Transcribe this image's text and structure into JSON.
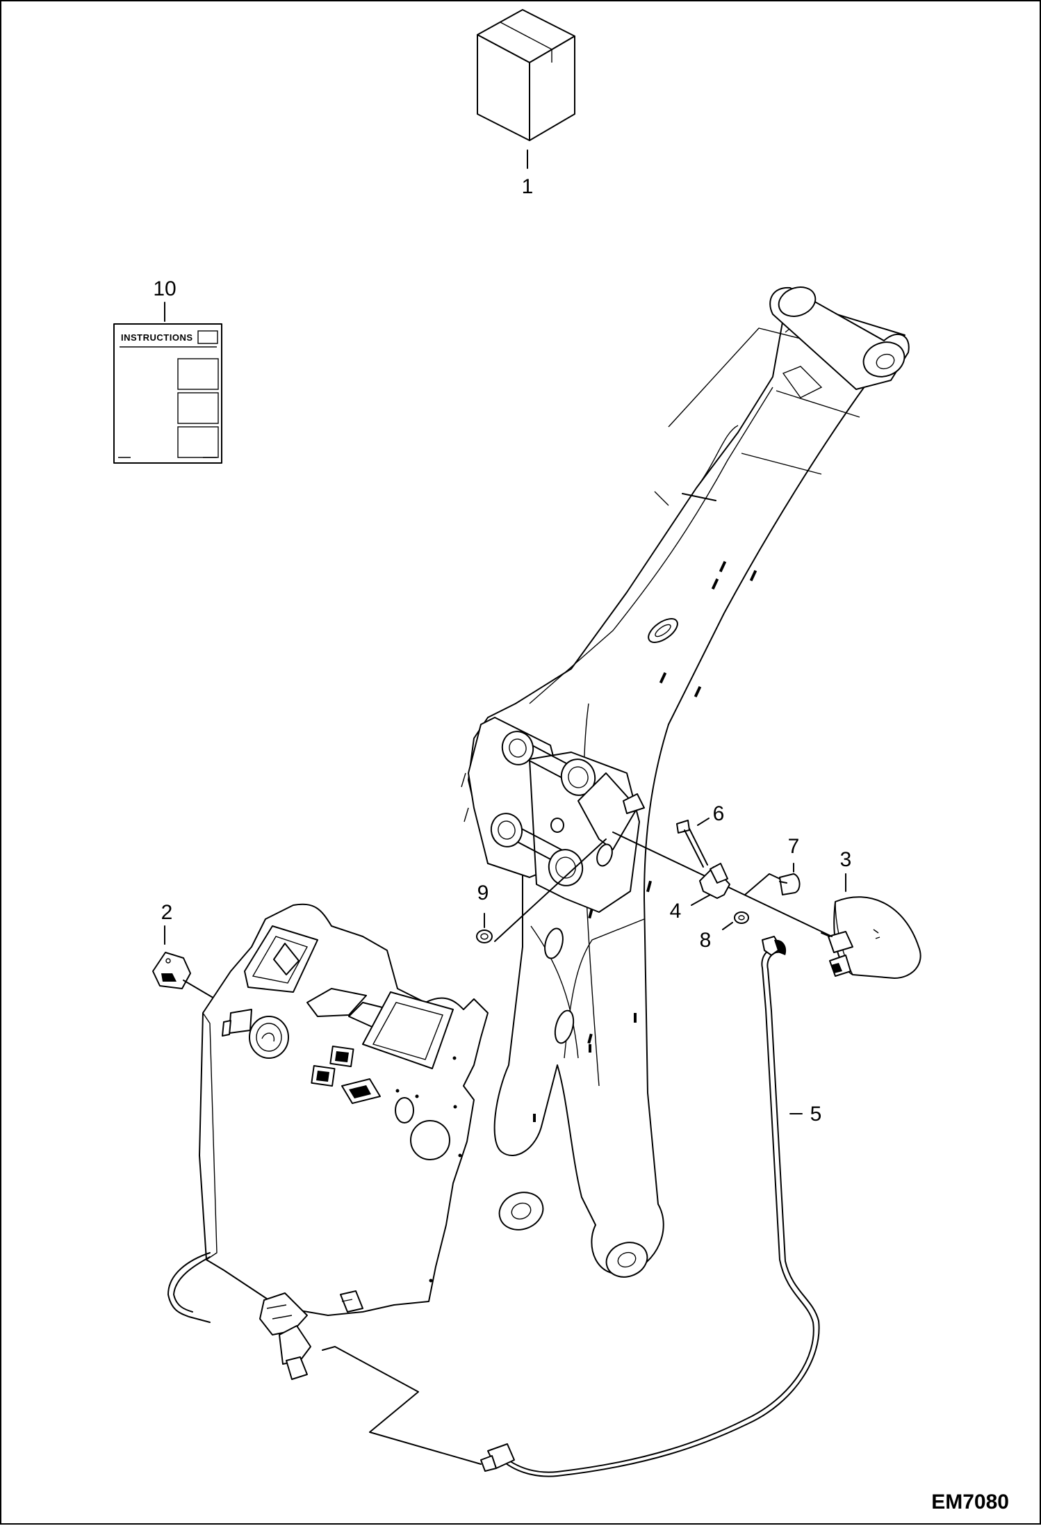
{
  "document_id": "EM7080",
  "callouts": {
    "c1": "1",
    "c2": "2",
    "c3": "3",
    "c4": "4",
    "c5": "5",
    "c6": "6",
    "c7": "7",
    "c8": "8",
    "c9": "9",
    "c10": "10"
  },
  "instructions_card": {
    "title": "INSTRUCTIONS"
  },
  "colors": {
    "line": "#000000",
    "background": "#ffffff"
  }
}
